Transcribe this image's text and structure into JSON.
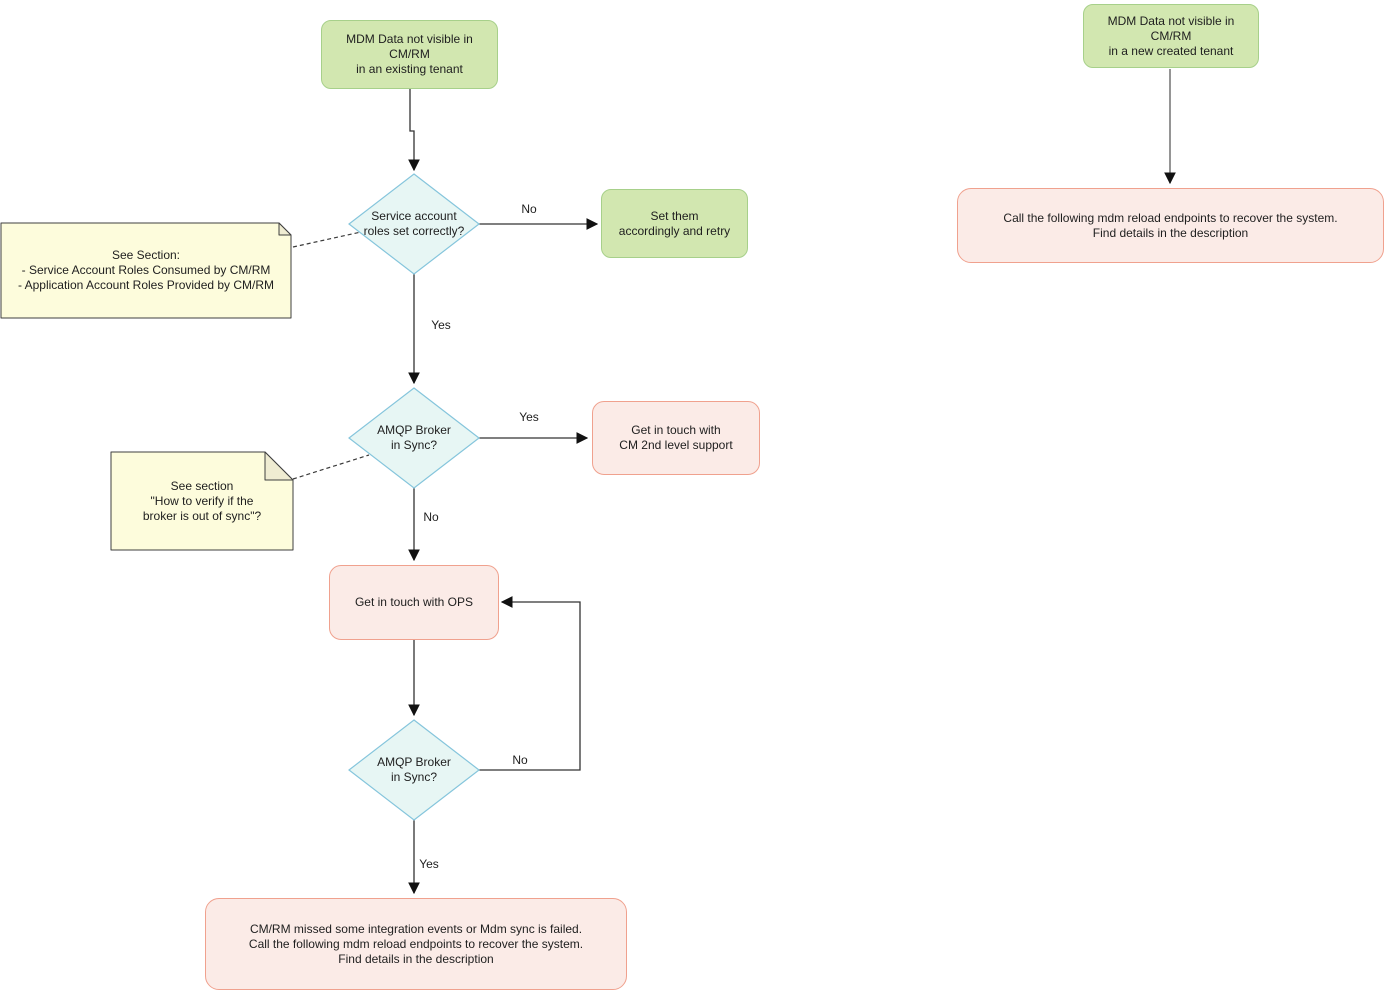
{
  "colors": {
    "green_fill": "#d2e7b0",
    "green_border": "#a7d08a",
    "pink_fill": "#fbebe7",
    "pink_border": "#f0a18e",
    "diamond_fill": "#e7f6f4",
    "diamond_border": "#85c5dc",
    "note_fill": "#fdfcdc",
    "note_fold": "#efecd2",
    "note_border": "#3f3f3f",
    "edge": "#333333"
  },
  "nodes": {
    "start_existing": {
      "type": "start",
      "text": "MDM Data not visible in CM/RM\nin an existing tenant"
    },
    "decision_roles": {
      "type": "decision",
      "text": "Service account\nroles set correctly?"
    },
    "set_retry": {
      "type": "terminal",
      "text": "Set them\naccordingly and retry"
    },
    "note_roles": {
      "type": "note",
      "text": "See Section:\n- Service Account Roles Consumed by CM/RM\n- Application Account Roles Provided by CM/RM"
    },
    "decision_amqp1": {
      "type": "decision",
      "text": "AMQP Broker\nin Sync?"
    },
    "cm_support": {
      "type": "action",
      "text": "Get in touch with\nCM 2nd level support"
    },
    "note_broker": {
      "type": "note",
      "text": "See section\n\"How to verify if the\nbroker is out of sync\"?"
    },
    "ops": {
      "type": "action",
      "text": "Get in touch with OPS"
    },
    "decision_amqp2": {
      "type": "decision",
      "text": "AMQP Broker\nin Sync?"
    },
    "reload_existing": {
      "type": "action",
      "text": "CM/RM missed some integration events or Mdm sync is failed.\nCall the following mdm reload endpoints to recover the system.\nFind details in the description"
    },
    "start_new": {
      "type": "start",
      "text": "MDM Data not visible in CM/RM\nin a new created tenant"
    },
    "reload_new": {
      "type": "action",
      "text": "Call the following mdm reload endpoints to recover the system.\nFind details in the description"
    }
  },
  "edge_labels": {
    "roles_no": "No",
    "roles_yes": "Yes",
    "amqp1_yes": "Yes",
    "amqp1_no": "No",
    "amqp2_no": "No",
    "amqp2_yes": "Yes"
  }
}
